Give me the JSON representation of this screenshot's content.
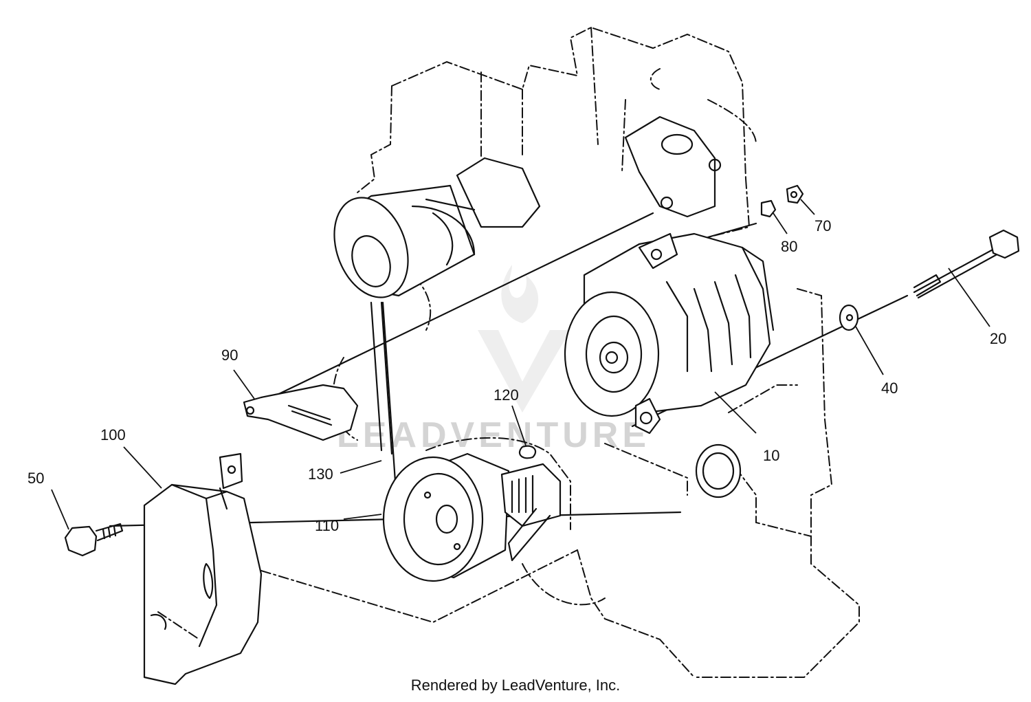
{
  "callouts": {
    "c10": "10",
    "c20": "20",
    "c40": "40",
    "c50": "50",
    "c70": "70",
    "c80": "80",
    "c90": "90",
    "c100": "100",
    "c110": "110",
    "c120": "120",
    "c130": "130"
  },
  "watermark": "LEADVENTURE",
  "footer": "Rendered by LeadVenture, Inc."
}
